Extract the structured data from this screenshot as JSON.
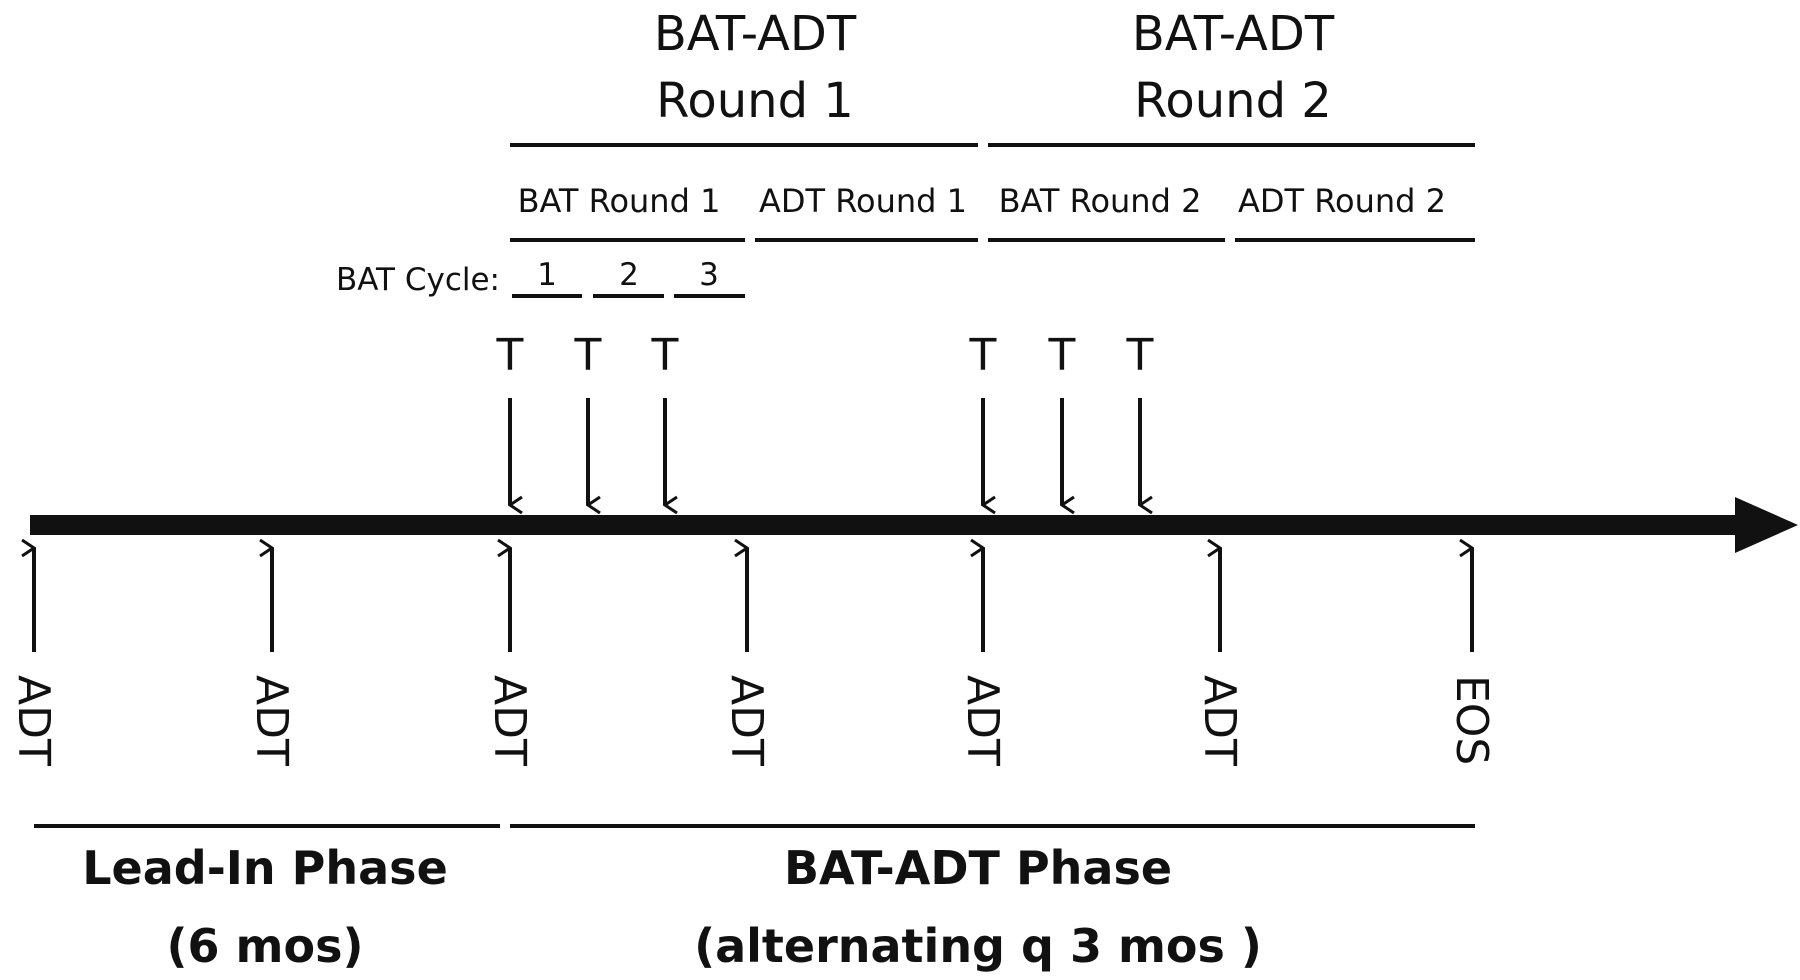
{
  "rounds": [
    {
      "line1": "BAT-ADT",
      "line2": "Round 1"
    },
    {
      "line1": "BAT-ADT",
      "line2": "Round 2"
    }
  ],
  "sub_rounds": [
    "BAT Round 1",
    "ADT Round 1",
    "BAT Round 2",
    "ADT Round 2"
  ],
  "bat_cycle": {
    "label": "BAT Cycle:",
    "cycles": [
      "1",
      "2",
      "3"
    ]
  },
  "t_label": "T",
  "timepoints": [
    "ADT",
    "ADT",
    "ADT",
    "ADT",
    "ADT",
    "ADT",
    "EOS"
  ],
  "phases": [
    {
      "line1": "Lead-In Phase",
      "line2": "(6 mos)"
    },
    {
      "line1": "BAT-ADT Phase",
      "line2": "(alternating q 3 mos )"
    }
  ],
  "colors": {
    "ink": "#111111",
    "background": "#ffffff"
  }
}
